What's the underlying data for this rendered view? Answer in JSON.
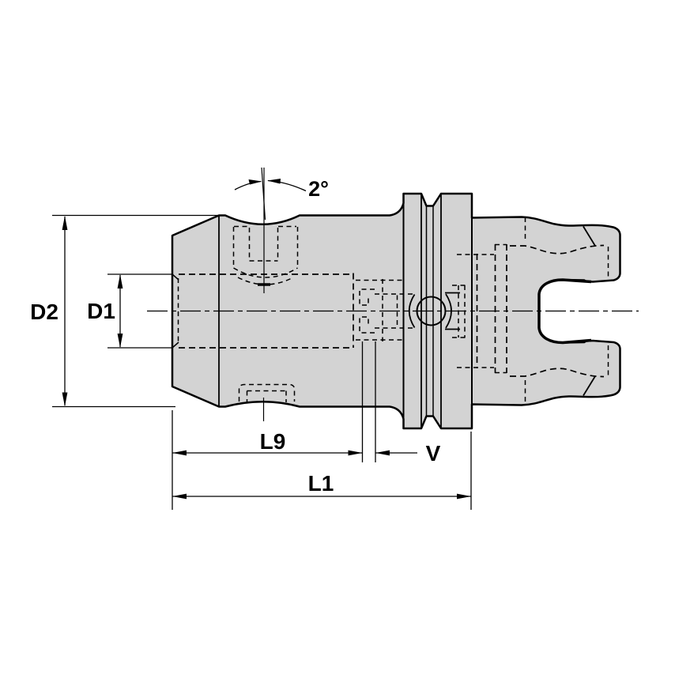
{
  "drawing": {
    "type": "engineering-drawing",
    "subject": "tool holder side view with dimensions",
    "background_color": "#ffffff",
    "part_fill_color": "#d3d3d3",
    "line_color": "#000000",
    "labels": {
      "angle": "2°",
      "outer_diameter": "D2",
      "bore_diameter": "D1",
      "body_length": "L9",
      "overall_length": "L1",
      "gage_offset": "V"
    }
  }
}
